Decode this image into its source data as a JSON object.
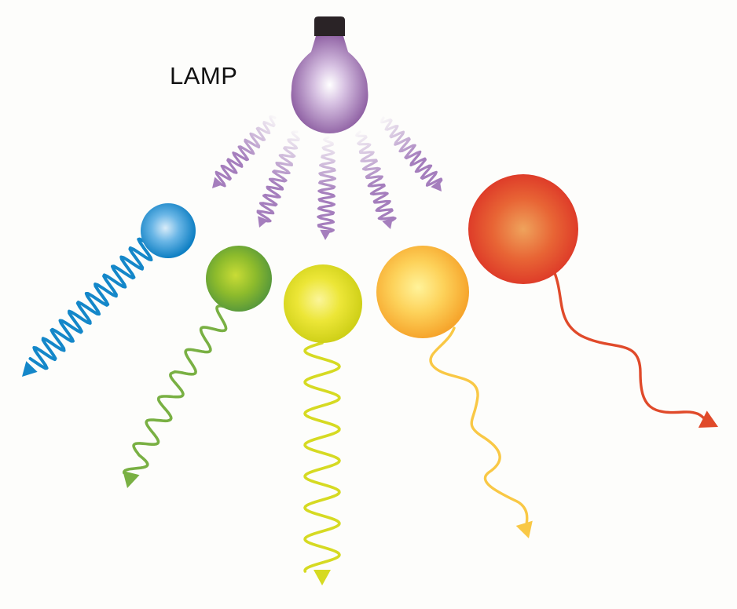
{
  "labels": {
    "lamp": "LAMP"
  },
  "colors": {
    "background": "#fdfdfb",
    "lamp_base": "#2a2326",
    "lamp_bulb": "#8e5ea3",
    "excitation_light": "#a57ebd",
    "blue": "#1487c9",
    "green": "#79b043",
    "yellow": "#d6da22",
    "orange": "#f9c845",
    "red": "#e04a2a"
  },
  "particles": [
    {
      "name": "blue",
      "color": "blue"
    },
    {
      "name": "green",
      "color": "green"
    },
    {
      "name": "yellow",
      "color": "yellow"
    },
    {
      "name": "orange",
      "color": "orange"
    },
    {
      "name": "red",
      "color": "red"
    }
  ]
}
